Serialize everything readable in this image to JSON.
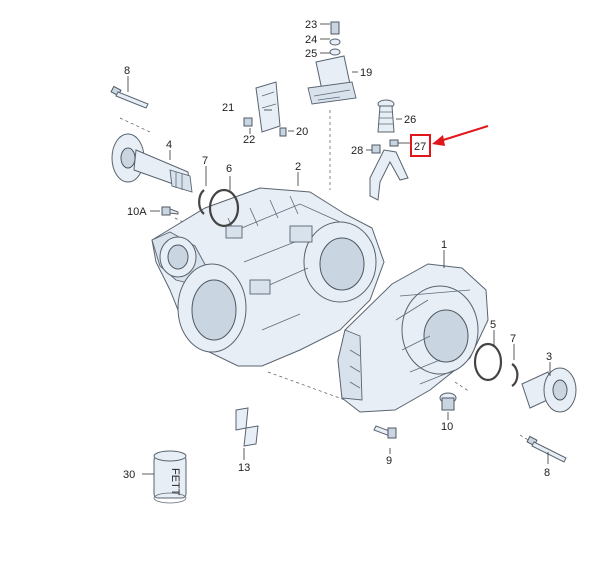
{
  "callouts": {
    "c1": "1",
    "c2": "2",
    "c3": "3",
    "c4": "4",
    "c5": "5",
    "c6": "6",
    "c7a": "7",
    "c7b": "7",
    "c8a": "8",
    "c8b": "8",
    "c9": "9",
    "c10": "10",
    "c10a": "10A",
    "c13": "13",
    "c19": "19",
    "c20": "20",
    "c21": "21",
    "c22": "22",
    "c23": "23",
    "c24": "24",
    "c25": "25",
    "c26": "26",
    "c27": "27",
    "c28": "28",
    "c30": "30"
  },
  "oil_can_label": "FETT",
  "highlight": {
    "part": "27",
    "color": "#e0161b"
  }
}
